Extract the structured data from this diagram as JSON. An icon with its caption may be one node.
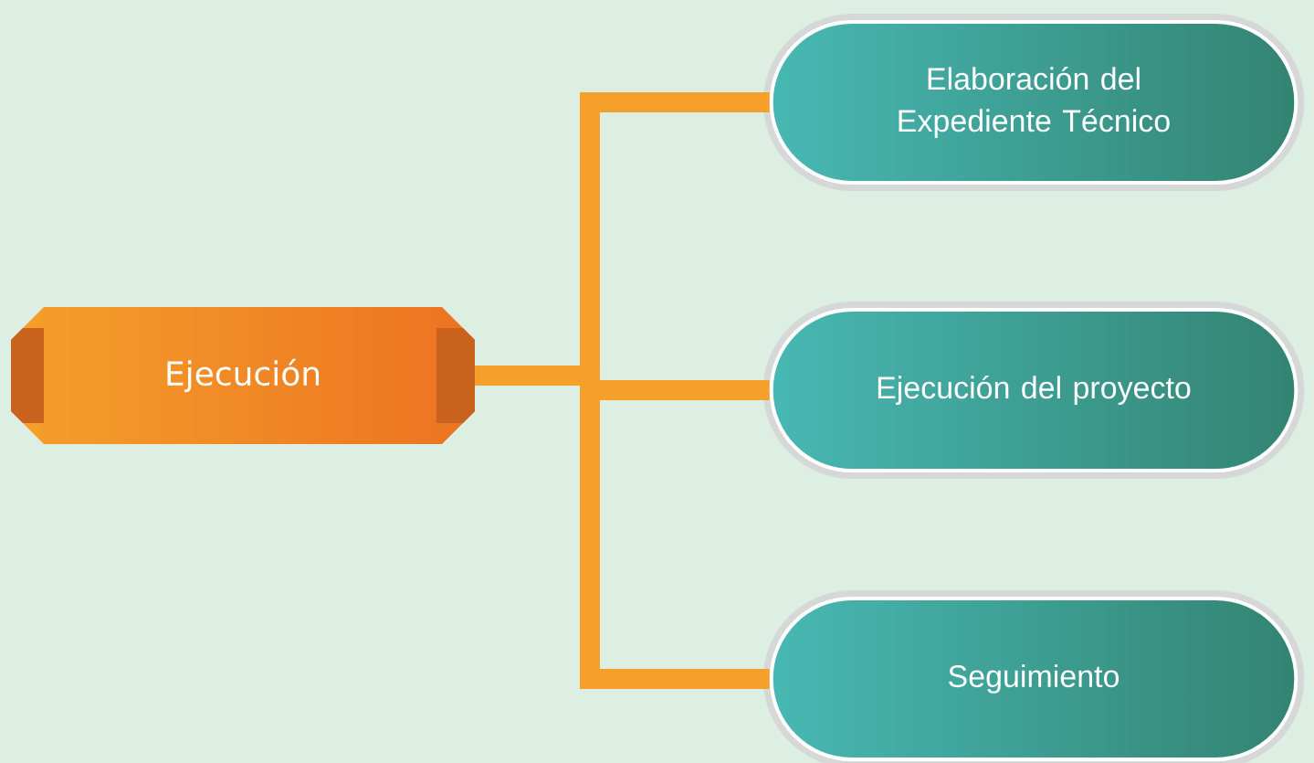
{
  "diagram": {
    "nodes": [
      {
        "text": [
          "Ejecución"
        ]
      },
      {
        "text": [
          "Elaboración del Expediente Técnico"
        ]
      },
      {
        "text": [
          "Ejecución del proyecto"
        ]
      },
      {
        "text": [
          "Seguimiento"
        ]
      }
    ],
    "edges": [
      {
        "from": 0,
        "to": 1,
        "arrow": "none"
      },
      {
        "from": 0,
        "to": 2,
        "arrow": "none"
      },
      {
        "from": 0,
        "to": 3,
        "arrow": "none"
      }
    ]
  }
}
